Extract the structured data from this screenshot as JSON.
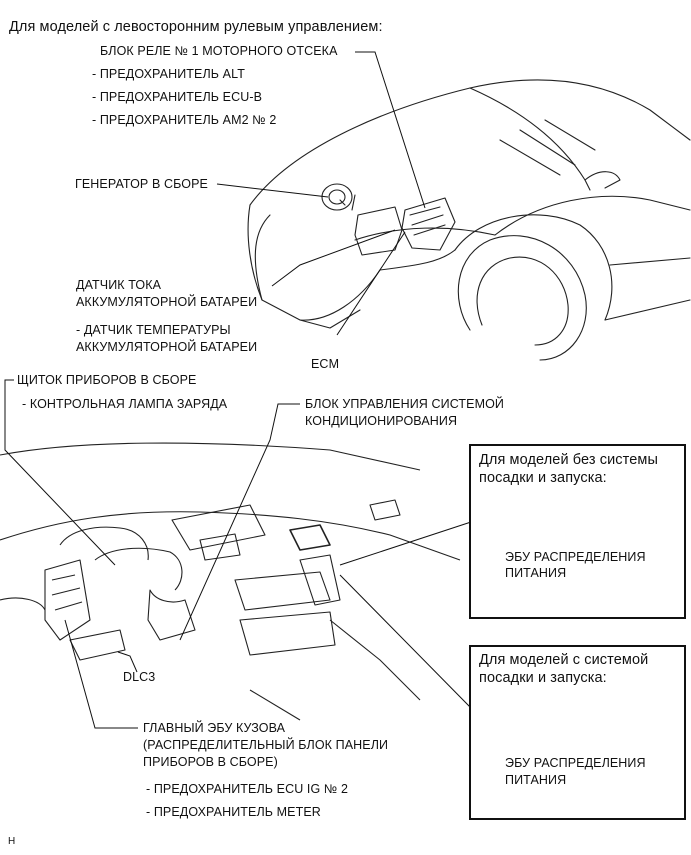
{
  "heading": "Для моделей с левосторонним рулевым управлением:",
  "engine": {
    "relay_block": "БЛОК РЕЛЕ № 1 МОТОРНОГО ОТСЕКА",
    "fuse_alt": "- ПРЕДОХРАНИТЕЛЬ ALT",
    "fuse_ecub": "- ПРЕДОХРАНИТЕЛЬ ECU-B",
    "fuse_am2": "- ПРЕДОХРАНИТЕЛЬ AM2 № 2",
    "generator": "ГЕНЕРАТОР В СБОРЕ",
    "current_sensor_l1": "ДАТЧИК ТОКА",
    "current_sensor_l2": "АККУМУЛЯТОРНОЙ БАТАРЕИ",
    "temp_sensor_l1": "- ДАТЧИК ТЕМПЕРАТУРЫ",
    "temp_sensor_l2": "АККУМУЛЯТОРНОЙ БАТАРЕИ",
    "ecm": "ECM"
  },
  "cabin": {
    "cluster": "ЩИТОК ПРИБОРОВ В СБОРЕ",
    "charge_lamp": "- КОНТРОЛЬНАЯ ЛАМПА ЗАРЯДА",
    "ac_l1": "БЛОК УПРАВЛЕНИЯ СИСТЕМОЙ",
    "ac_l2": "КОНДИЦИОНИРОВАНИЯ",
    "dlc3": "DLC3",
    "body_ecu_l1": "ГЛАВНЫЙ ЭБУ КУЗОВА",
    "body_ecu_l2": "(РАСПРЕДЕЛИТЕЛЬНЫЙ БЛОК ПАНЕЛИ",
    "body_ecu_l3": "ПРИБОРОВ В СБОРЕ)",
    "fuse_ecuig": "- ПРЕДОХРАНИТЕЛЬ ECU IG № 2",
    "fuse_meter": "- ПРЕДОХРАНИТЕЛЬ METER"
  },
  "box_without": {
    "title_l1": "Для моделей без системы",
    "title_l2": "посадки и запуска:",
    "label_l1": "ЭБУ РАСПРЕДЕЛЕНИЯ",
    "label_l2": "ПИТАНИЯ"
  },
  "box_with": {
    "title_l1": "Для моделей с системой",
    "title_l2": "посадки и запуска:",
    "label_l1": "ЭБУ РАСПРЕДЕЛЕНИЯ",
    "label_l2": "ПИТАНИЯ"
  },
  "figure_code": "H"
}
